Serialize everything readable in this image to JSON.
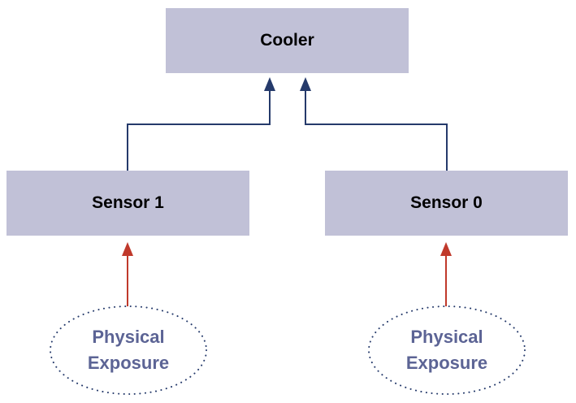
{
  "diagram": {
    "nodes": {
      "cooler": {
        "label": "Cooler"
      },
      "sensor1": {
        "label": "Sensor 1"
      },
      "sensor0": {
        "label": "Sensor 0"
      },
      "exposure1": {
        "label_line1": "Physical",
        "label_line2": "Exposure"
      },
      "exposure0": {
        "label_line1": "Physical",
        "label_line2": "Exposure"
      }
    },
    "edges": [
      {
        "from": "sensor1",
        "to": "cooler",
        "color": "#253a6b"
      },
      {
        "from": "sensor0",
        "to": "cooler",
        "color": "#253a6b"
      },
      {
        "from": "exposure1",
        "to": "sensor1",
        "color": "#c0392b"
      },
      {
        "from": "exposure0",
        "to": "sensor0",
        "color": "#c0392b"
      }
    ],
    "colors": {
      "box_fill": "#c1c1d7",
      "ellipse_text": "#5c6495",
      "ellipse_border": "#253a6b"
    }
  }
}
